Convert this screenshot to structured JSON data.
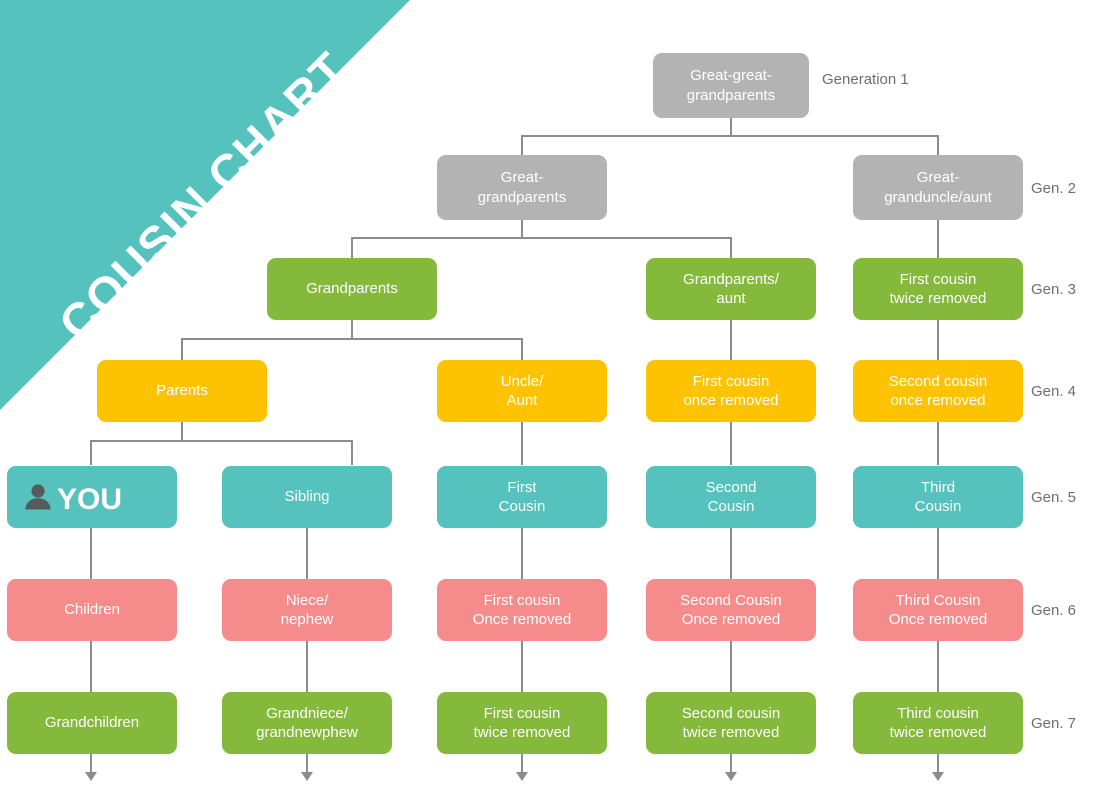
{
  "banner": {
    "title": "COUSIN CHART",
    "color": "#55c2be"
  },
  "palette": {
    "gray": "#b3b3b3",
    "green": "#85b93c",
    "orange": "#fdc300",
    "teal": "#55c2be",
    "pink": "#f68b8b",
    "connector": "#8c8c8c",
    "gen_label_text": "#6b6f73",
    "node_text": "#ffffff"
  },
  "chart_data": {
    "type": "diagram",
    "title": "COUSIN CHART",
    "description": "Family relationship tree mapping cousins across seven generations",
    "generations": [
      {
        "id": "gen1",
        "label": "Generation 1",
        "color": "#b3b3b3"
      },
      {
        "id": "gen2",
        "label": "Gen. 2",
        "color": "#b3b3b3"
      },
      {
        "id": "gen3",
        "label": "Gen. 3",
        "color": "#85b93c"
      },
      {
        "id": "gen4",
        "label": "Gen. 4",
        "color": "#fdc300"
      },
      {
        "id": "gen5",
        "label": "Gen. 5",
        "color": "#55c2be"
      },
      {
        "id": "gen6",
        "label": "Gen. 6",
        "color": "#f68b8b"
      },
      {
        "id": "gen7",
        "label": "Gen. 7",
        "color": "#85b93c"
      }
    ],
    "columns": [
      "col1",
      "col2",
      "col3",
      "col4",
      "col5"
    ],
    "nodes": [
      {
        "id": "n_ggg",
        "text": "Great-great-\ngrandparents",
        "generation": 1,
        "column": 5
      },
      {
        "id": "n_gg",
        "text": "Great-\ngrandparents",
        "generation": 2,
        "column": 3
      },
      {
        "id": "n_ggua",
        "text": "Great-\ngranduncle/aunt",
        "generation": 2,
        "column": 5
      },
      {
        "id": "n_gp",
        "text": "Grandparents",
        "generation": 3,
        "column": 2
      },
      {
        "id": "n_gpa",
        "text": "Grandparents/\naunt",
        "generation": 3,
        "column": 4
      },
      {
        "id": "n_fc2r",
        "text": "First cousin\ntwice removed",
        "generation": 3,
        "column": 5
      },
      {
        "id": "n_par",
        "text": "Parents",
        "generation": 4,
        "column": 1
      },
      {
        "id": "n_ua",
        "text": "Uncle/\nAunt",
        "generation": 4,
        "column": 3
      },
      {
        "id": "n_fc1r",
        "text": "First cousin\nonce removed",
        "generation": 4,
        "column": 4
      },
      {
        "id": "n_sc1r",
        "text": "Second cousin\nonce removed",
        "generation": 4,
        "column": 5
      },
      {
        "id": "n_you",
        "text": "YOU",
        "generation": 5,
        "column": 1,
        "icon": "person-icon"
      },
      {
        "id": "n_sib",
        "text": "Sibling",
        "generation": 5,
        "column": 2
      },
      {
        "id": "n_fc",
        "text": "First\nCousin",
        "generation": 5,
        "column": 3
      },
      {
        "id": "n_sc",
        "text": "Second\nCousin",
        "generation": 5,
        "column": 4
      },
      {
        "id": "n_tc",
        "text": "Third\nCousin",
        "generation": 5,
        "column": 5
      },
      {
        "id": "n_chi",
        "text": "Children",
        "generation": 6,
        "column": 1
      },
      {
        "id": "n_nn",
        "text": "Niece/\nnephew",
        "generation": 6,
        "column": 2
      },
      {
        "id": "n_fcor",
        "text": "First cousin\nOnce removed",
        "generation": 6,
        "column": 3
      },
      {
        "id": "n_scor",
        "text": "Second Cousin\nOnce removed",
        "generation": 6,
        "column": 4
      },
      {
        "id": "n_tcor",
        "text": "Third Cousin\nOnce removed",
        "generation": 6,
        "column": 5
      },
      {
        "id": "n_gchi",
        "text": "Grandchildren",
        "generation": 7,
        "column": 1
      },
      {
        "id": "n_gnn",
        "text": "Grandniece/\ngrandnewphew",
        "generation": 7,
        "column": 2
      },
      {
        "id": "n_fct",
        "text": "First cousin\ntwice removed",
        "generation": 7,
        "column": 3
      },
      {
        "id": "n_sct",
        "text": "Second cousin\ntwice removed",
        "generation": 7,
        "column": 4
      },
      {
        "id": "n_tct",
        "text": "Third cousin\ntwice removed",
        "generation": 7,
        "column": 5
      }
    ],
    "edges": [
      {
        "from": "n_ggg",
        "to": "n_gg"
      },
      {
        "from": "n_ggg",
        "to": "n_ggua"
      },
      {
        "from": "n_gg",
        "to": "n_gp"
      },
      {
        "from": "n_gg",
        "to": "n_gpa"
      },
      {
        "from": "n_ggua",
        "to": "n_fc2r"
      },
      {
        "from": "n_gp",
        "to": "n_par"
      },
      {
        "from": "n_gp",
        "to": "n_ua"
      },
      {
        "from": "n_gpa",
        "to": "n_fc1r"
      },
      {
        "from": "n_fc2r",
        "to": "n_sc1r"
      },
      {
        "from": "n_par",
        "to": "n_you"
      },
      {
        "from": "n_par",
        "to": "n_sib"
      },
      {
        "from": "n_ua",
        "to": "n_fc"
      },
      {
        "from": "n_fc1r",
        "to": "n_sc"
      },
      {
        "from": "n_sc1r",
        "to": "n_tc"
      },
      {
        "from": "n_you",
        "to": "n_chi"
      },
      {
        "from": "n_sib",
        "to": "n_nn"
      },
      {
        "from": "n_fc",
        "to": "n_fcor"
      },
      {
        "from": "n_sc",
        "to": "n_scor"
      },
      {
        "from": "n_tc",
        "to": "n_tcor"
      },
      {
        "from": "n_chi",
        "to": "n_gchi"
      },
      {
        "from": "n_nn",
        "to": "n_gnn"
      },
      {
        "from": "n_fcor",
        "to": "n_fct"
      },
      {
        "from": "n_scor",
        "to": "n_sct"
      },
      {
        "from": "n_tcor",
        "to": "n_tct"
      }
    ]
  }
}
